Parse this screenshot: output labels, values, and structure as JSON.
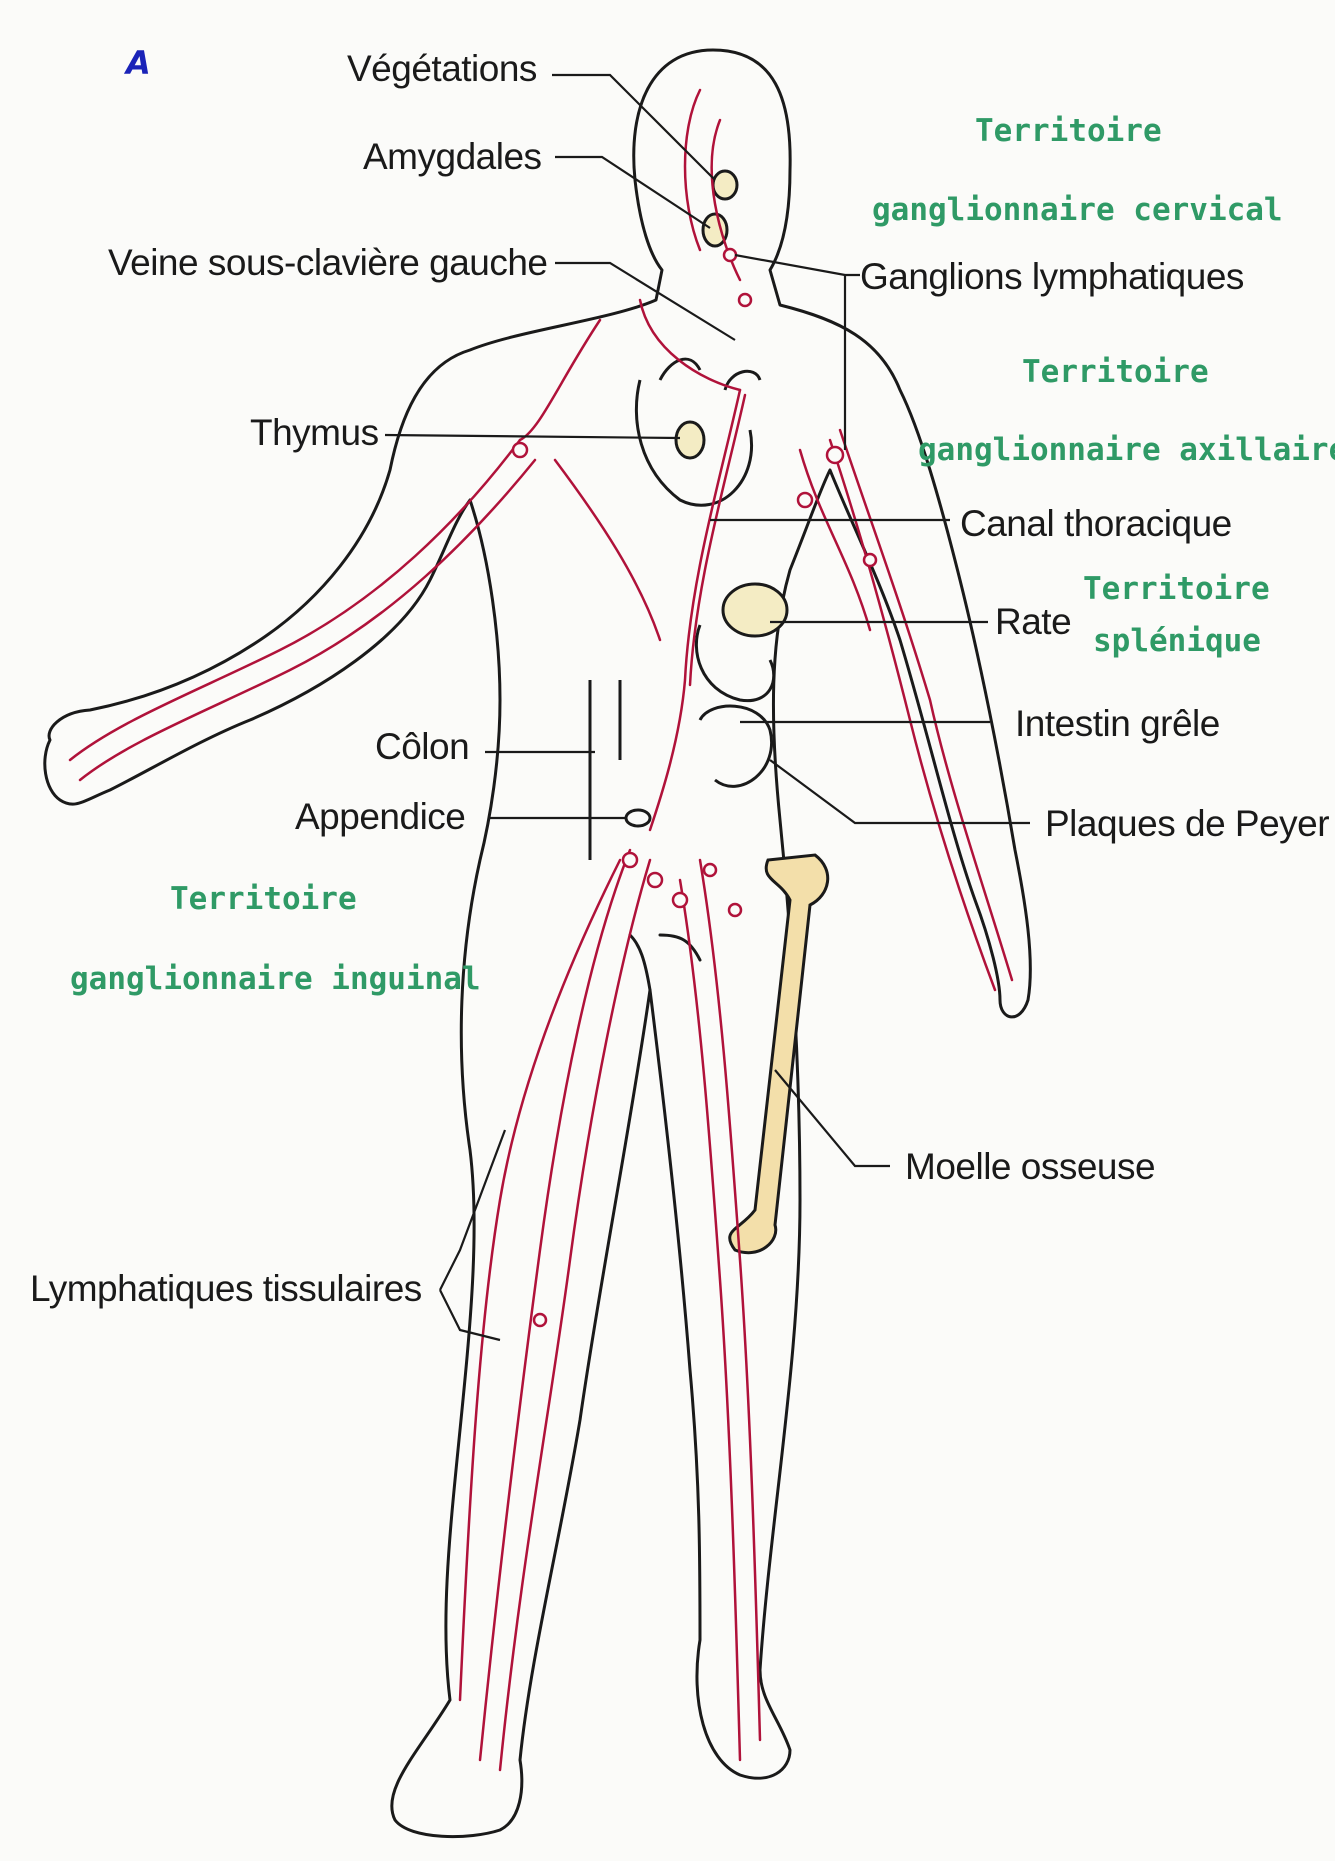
{
  "panel_letter": "A",
  "labels": {
    "vegetations": "Végétations",
    "amygdales": "Amygdales",
    "veine": "Veine sous-clavière gauche",
    "ganglions": "Ganglions lymphatiques",
    "thymus": "Thymus",
    "canal": "Canal thoracique",
    "rate": "Rate",
    "colon": "Côlon",
    "intestin": "Intestin grêle",
    "appendice": "Appendice",
    "plaques": "Plaques de Peyer",
    "moelle": "Moelle osseuse",
    "lymphatiques": "Lymphatiques tissulaires"
  },
  "territories": {
    "cervical": {
      "line1": "Territoire",
      "line2": "ganglionnaire cervical"
    },
    "axillaire": {
      "line1": "Territoire",
      "line2": "ganglionnaire axillaire"
    },
    "splenique": {
      "line1": "Territoire",
      "line2": "splénique"
    },
    "inguinal": {
      "line1": "Territoire",
      "line2": "ganglionnaire inguinal"
    }
  },
  "colors": {
    "vessel": "#b0123a",
    "outline": "#1a1a1a",
    "territory_text": "#2f9a66",
    "panel_letter": "#1a23b8",
    "bone": "#f3dfaa",
    "organ": "#f4ecc4"
  }
}
